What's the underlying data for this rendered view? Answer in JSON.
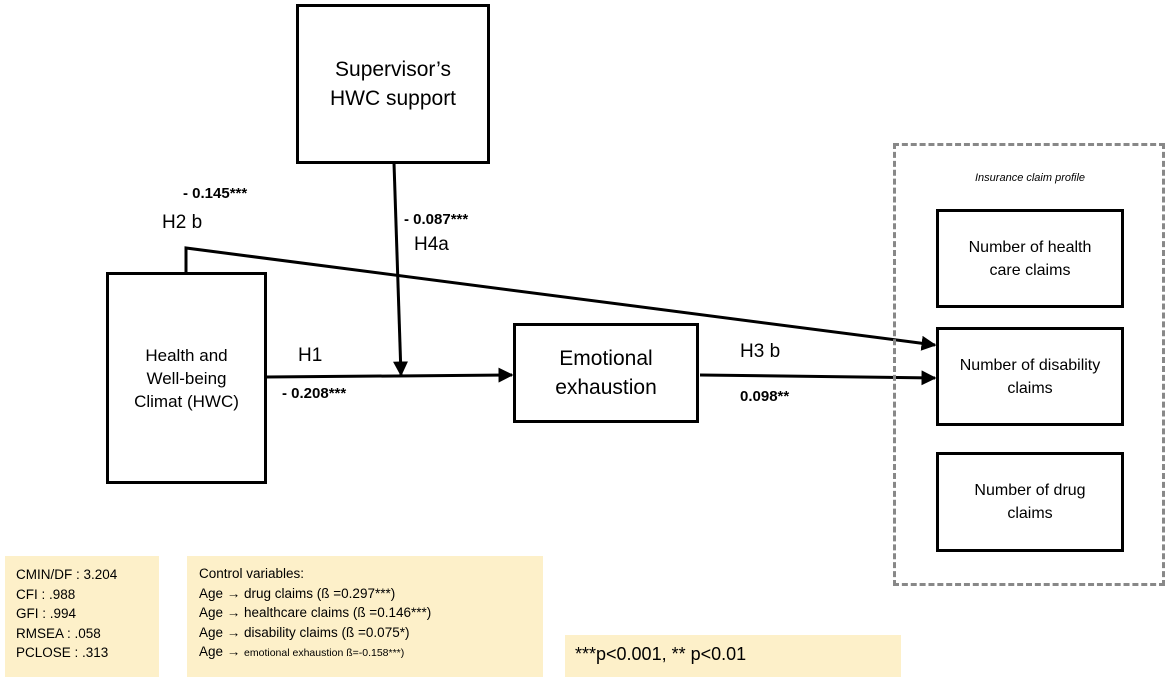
{
  "nodes": {
    "supervisor_line1": "Supervisor’s",
    "supervisor_line2": "HWC support",
    "hwc_line1": "Health and",
    "hwc_line2": "Well-being",
    "hwc_line3": "Climat (HWC)",
    "exhaustion_line1": "Emotional",
    "exhaustion_line2": "exhaustion",
    "health_claims_line1": "Number of health",
    "health_claims_line2": "care claims",
    "disability_claims_line1": "Number of disability",
    "disability_claims_line2": "claims",
    "drug_claims_line1": "Number of drug",
    "drug_claims_line2": "claims"
  },
  "group_title": "Insurance claim profile",
  "paths": {
    "h2b_coef": "- 0.145***",
    "h2b_label": "H2 b",
    "h4a_coef": "- 0.087***",
    "h4a_label": "H4a",
    "h1_label": "H1",
    "h1_coef": "- 0.208***",
    "h3b_label": "H3 b",
    "h3b_coef": "0.098**"
  },
  "fit_indices": [
    "CMIN/DF : 3.204",
    "CFI : .988",
    "GFI : .994",
    "RMSEA : .058",
    "PCLOSE : .313"
  ],
  "controls": {
    "title": "Control variables:",
    "items": [
      "Age → drug claims (ß =0.297***)",
      "Age → healthcare claims (ß =0.146***)",
      "Age → disability claims (ß =0.075*)",
      "Age →"
    ],
    "last_item_small": "emotional exhaustion ß=-0.158***)"
  },
  "significance_note": "***p<0.001, ** p<0.01"
}
